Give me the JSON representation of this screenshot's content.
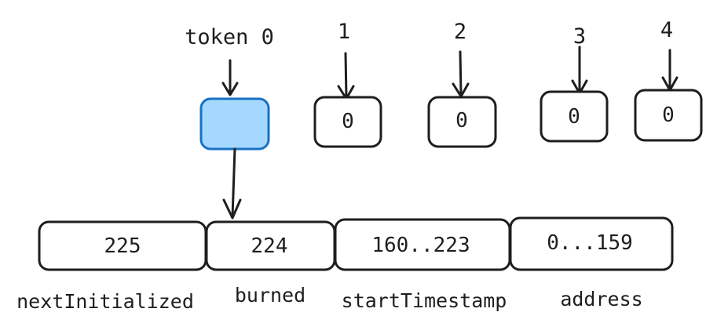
{
  "diagram": {
    "colors": {
      "stroke": "#1e1e1e",
      "highlight_fill": "#a5d8ff",
      "highlight_stroke": "#1971c2",
      "background": "#ffffff"
    },
    "top_labels": {
      "token": "token 0",
      "slot1": "1",
      "slot2": "2",
      "slot3": "3",
      "slot4": "4"
    },
    "slot_values": {
      "slot1": "0",
      "slot2": "0",
      "slot3": "0",
      "slot4": "0"
    },
    "bit_fields": [
      {
        "value": "225",
        "name": "nextInitialized"
      },
      {
        "value": "224",
        "name": "burned"
      },
      {
        "value": "160..223",
        "name": "startTimestamp"
      },
      {
        "value": "0...159",
        "name": "address"
      }
    ]
  }
}
